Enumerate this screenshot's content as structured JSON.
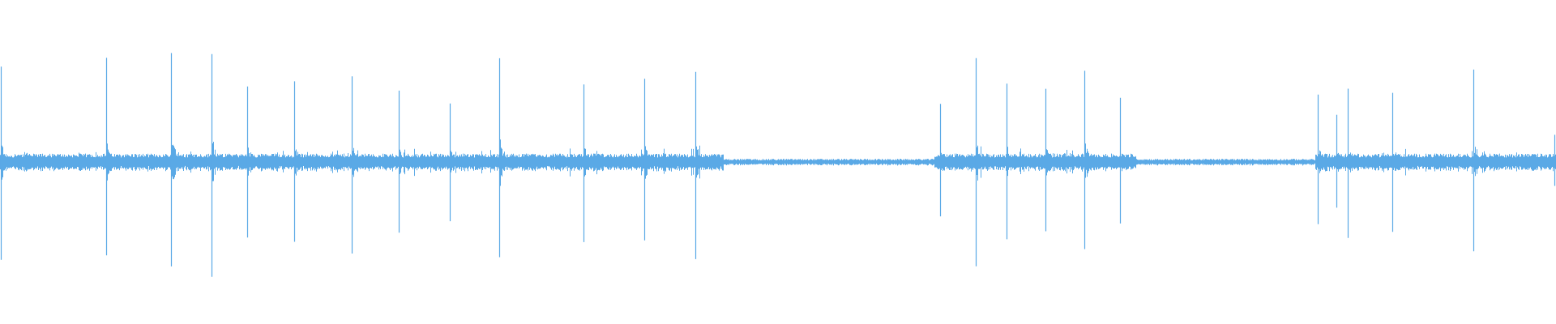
{
  "waveform": {
    "color": "#5aa9e6",
    "background": "#ffffff",
    "baseline_amplitude": 0.04,
    "quiet_amplitude": 0.015,
    "quiet_sections": [
      {
        "start": 0.465,
        "end": 0.6
      },
      {
        "start": 0.73,
        "end": 0.845
      }
    ],
    "spikes": [
      {
        "t": 0.0005,
        "amp": 0.58
      },
      {
        "t": 0.068,
        "amp": 0.62
      },
      {
        "t": 0.11,
        "amp": 0.68
      },
      {
        "t": 0.136,
        "amp": 0.7
      },
      {
        "t": 0.159,
        "amp": 0.46
      },
      {
        "t": 0.189,
        "amp": 0.5
      },
      {
        "t": 0.226,
        "amp": 0.54
      },
      {
        "t": 0.256,
        "amp": 0.42
      },
      {
        "t": 0.289,
        "amp": 0.35
      },
      {
        "t": 0.321,
        "amp": 0.62
      },
      {
        "t": 0.375,
        "amp": 0.48
      },
      {
        "t": 0.414,
        "amp": 0.52
      },
      {
        "t": 0.447,
        "amp": 0.58
      },
      {
        "t": 0.604,
        "amp": 0.35
      },
      {
        "t": 0.627,
        "amp": 0.66
      },
      {
        "t": 0.647,
        "amp": 0.5
      },
      {
        "t": 0.672,
        "amp": 0.44
      },
      {
        "t": 0.697,
        "amp": 0.55
      },
      {
        "t": 0.72,
        "amp": 0.38
      },
      {
        "t": 0.847,
        "amp": 0.42
      },
      {
        "t": 0.859,
        "amp": 0.3
      },
      {
        "t": 0.866,
        "amp": 0.46
      },
      {
        "t": 0.895,
        "amp": 0.44
      },
      {
        "t": 0.947,
        "amp": 0.58
      },
      {
        "t": 0.999,
        "amp": 0.16
      }
    ]
  }
}
